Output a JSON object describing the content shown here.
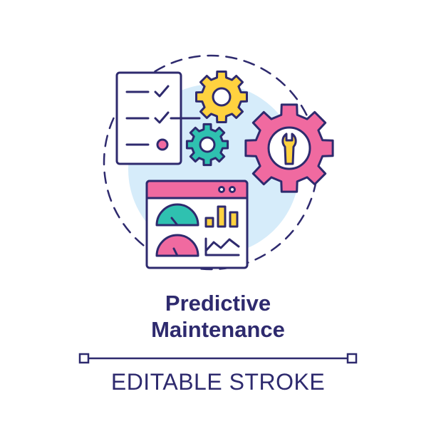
{
  "title": {
    "line1": "Predictive",
    "line2": "Maintenance"
  },
  "caption": "EDITABLE STROKE",
  "colors": {
    "stroke": "#2e2a6e",
    "pink": "#f06aa0",
    "yellow": "#ffd23f",
    "teal": "#2fc1b0",
    "light_blue": "#d6ecfa",
    "white": "#ffffff"
  },
  "icons": [
    "checklist-icon",
    "gear-icon",
    "wrench-gear-icon",
    "dashboard-window-icon",
    "gauge-icon",
    "bar-chart-icon",
    "line-chart-icon"
  ]
}
